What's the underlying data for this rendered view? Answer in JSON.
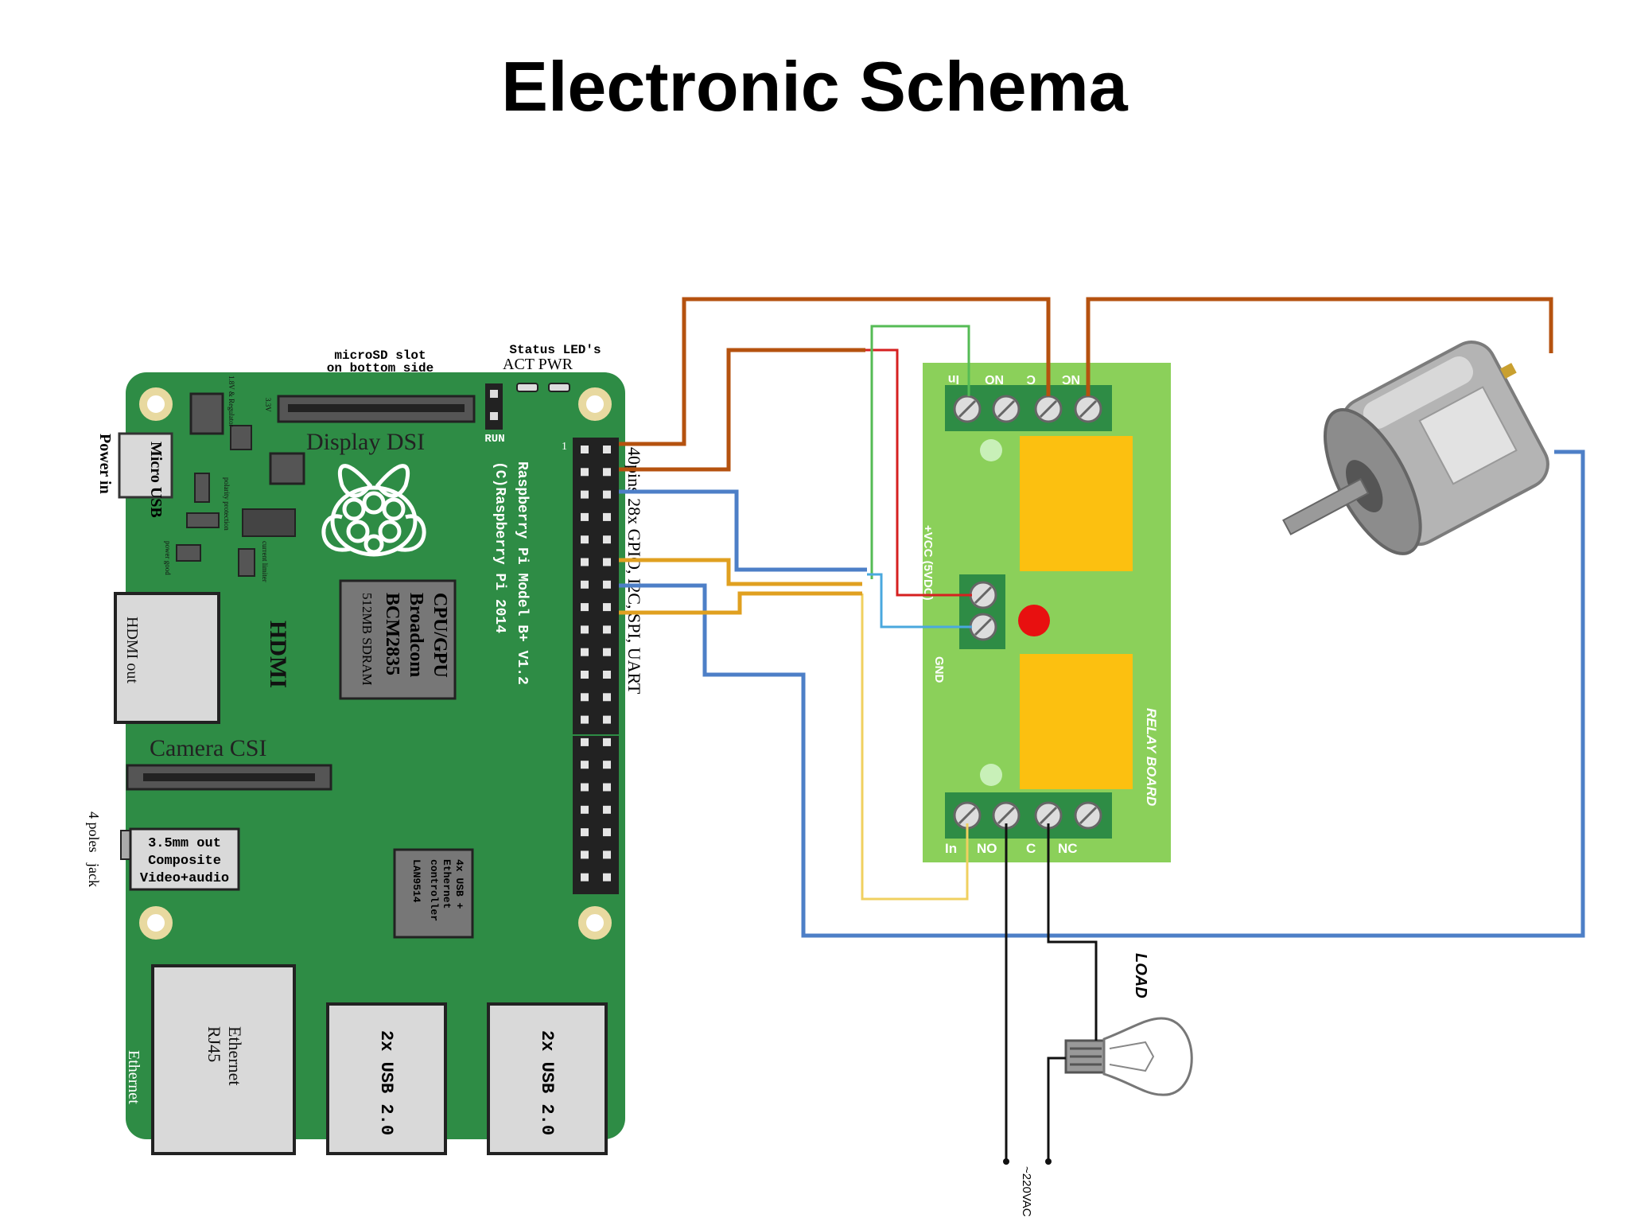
{
  "title": "Electronic Schema",
  "rpi": {
    "micro_usb": "Micro USB",
    "power_in": "Power in",
    "microsd_line1": "microSD slot",
    "microsd_line2": "on bottom side",
    "status_leds": "Status LED's",
    "act_pwr": "ACT PWR",
    "run": "RUN",
    "display": "Display DSI",
    "model": "Raspberry Pi Model B+ V1.2",
    "copyright": "(C)Raspberry Pi 2014",
    "pins": "40pins 28x GPIO, I2C, SPI, UART",
    "cpu_line1": "CPU/GPU",
    "cpu_line2": "Broadcom",
    "cpu_line3": "BCM2835",
    "cpu_line4": "512MB SDRAM",
    "hdmi": "HDMI",
    "hdmi_out": "HDMI out",
    "camera": "Camera CSI",
    "audio_line1": "3.5mm out",
    "audio_line2": "Composite",
    "audio_line3": "Video+audio",
    "jack": "4 poles   jack",
    "lan_line1": "4x USB +",
    "lan_line2": "Ethernet",
    "lan_line3": "controller",
    "lan_line4": "LAN9514",
    "ethernet_line1": "Ethernet",
    "ethernet_line2": "RJ45",
    "ethernet_side": "Ethernet",
    "usb1": "2x USB 2.0",
    "usb2": "2x USB 2.0",
    "regulator": "1.8V & Regulator",
    "v33": "3.3V",
    "polarity": "polarity protection",
    "power_good": "power good",
    "current_limiter": "current limiter"
  },
  "relay": {
    "top_labels": [
      "In",
      "NO",
      "C",
      "NC"
    ],
    "bottom_labels": [
      "In",
      "NO",
      "C",
      "NC"
    ],
    "vcc": "+VCC (5VDC)",
    "gnd": "GND",
    "board": "RELAY BOARD"
  },
  "load": "LOAD",
  "mains": "~220VAC",
  "colors": {
    "board_green": "#2e8c45",
    "relay_green": "#8bd05a",
    "relay_yellow": "#fcc010",
    "wire_brown": "#b5520f",
    "wire_blue": "#4d7fc7",
    "wire_orange": "#e0a020",
    "wire_red": "#d62020",
    "wire_green": "#55bb55",
    "wire_yellow": "#f0d060"
  }
}
